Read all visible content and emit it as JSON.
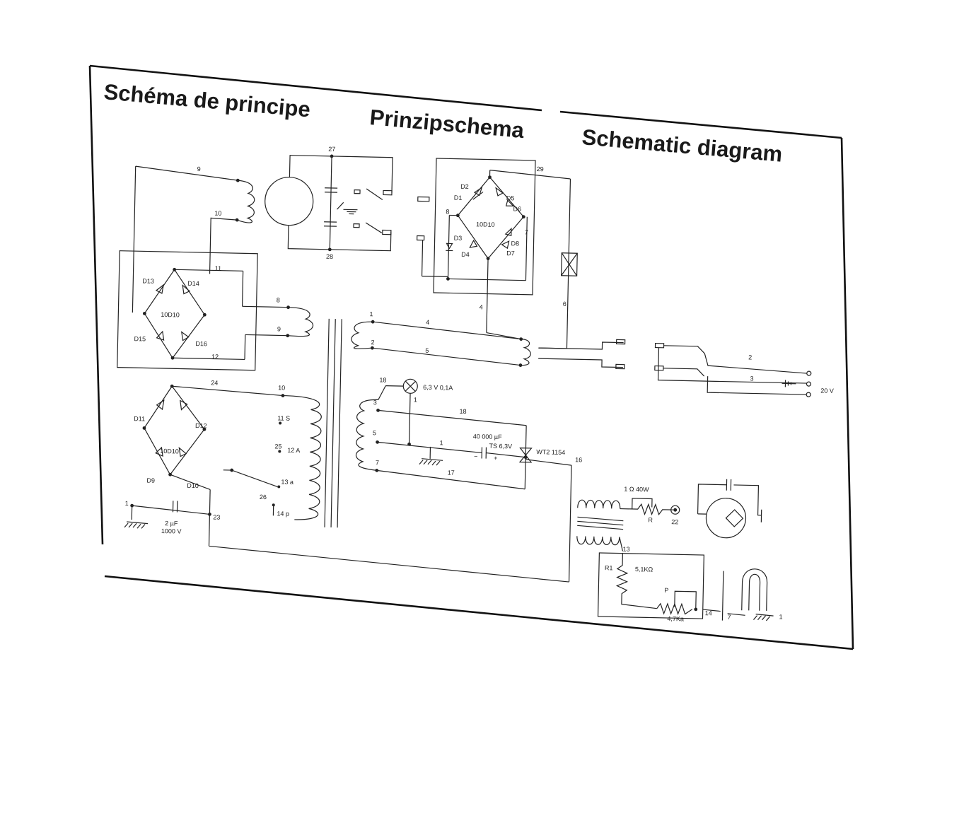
{
  "title": {
    "fr": "Schéma de principe",
    "de": "Prinzipschema",
    "en": "Schematic diagram"
  },
  "labels": {
    "n27": "27",
    "n28": "28",
    "n29": "29",
    "n9a": "9",
    "n10a": "10",
    "n11": "11",
    "n12": "12",
    "n8a": "8",
    "n9b": "9",
    "n24": "24",
    "n10b": "10",
    "n11s": "11 S",
    "n25": "25",
    "n12a": "12 A",
    "n13a": "13 a",
    "n26": "26",
    "n14p": "14 p",
    "n1a": "1",
    "n23": "23",
    "n8b": "8",
    "n7a": "7",
    "n4a": "4",
    "n6": "6",
    "n1b": "1",
    "n2a": "2",
    "n4b": "4",
    "n5a": "5",
    "n2b": "2",
    "n3a": "3",
    "n18a": "18",
    "n1c": "1",
    "n18b": "18",
    "n3b": "3",
    "n5b": "5",
    "n1d": "1",
    "n7b": "7",
    "n17": "17",
    "n16": "16",
    "n22": "22",
    "n13": "13",
    "n14": "14",
    "n7c": "7",
    "n1e": "1",
    "d1": "D1",
    "d2": "D2",
    "d3": "D3",
    "d4": "D4",
    "d5": "D5",
    "d6": "D6",
    "d7": "D7",
    "d8": "D8",
    "d9": "D9",
    "d10": "D10",
    "d11": "D11",
    "d12": "D12",
    "d13": "D13",
    "d14": "D14",
    "d15": "D15",
    "d16": "D16",
    "bridge_a": "10D10",
    "bridge_b": "10D10",
    "bridge_c": "10D10",
    "lamp": "6,3 V 0,1A",
    "cap_main_value": "40 000 µF",
    "cap_main_type": "TS 6,3V",
    "cap_minus": "−",
    "cap_plus": "+",
    "thyristor": "WT2 1154",
    "resistor_power": "1 Ω 40W",
    "r_label": "R",
    "r1_label": "R1",
    "r1_value": "5,1KΩ",
    "p_label": "P",
    "pot_value": "4,7Ka",
    "cap_small_value": "2 µF",
    "cap_small_voltage": "1000 V",
    "output_voltage": "20 V"
  },
  "colors": {
    "ink": "#222222",
    "paper": "#ffffff"
  }
}
